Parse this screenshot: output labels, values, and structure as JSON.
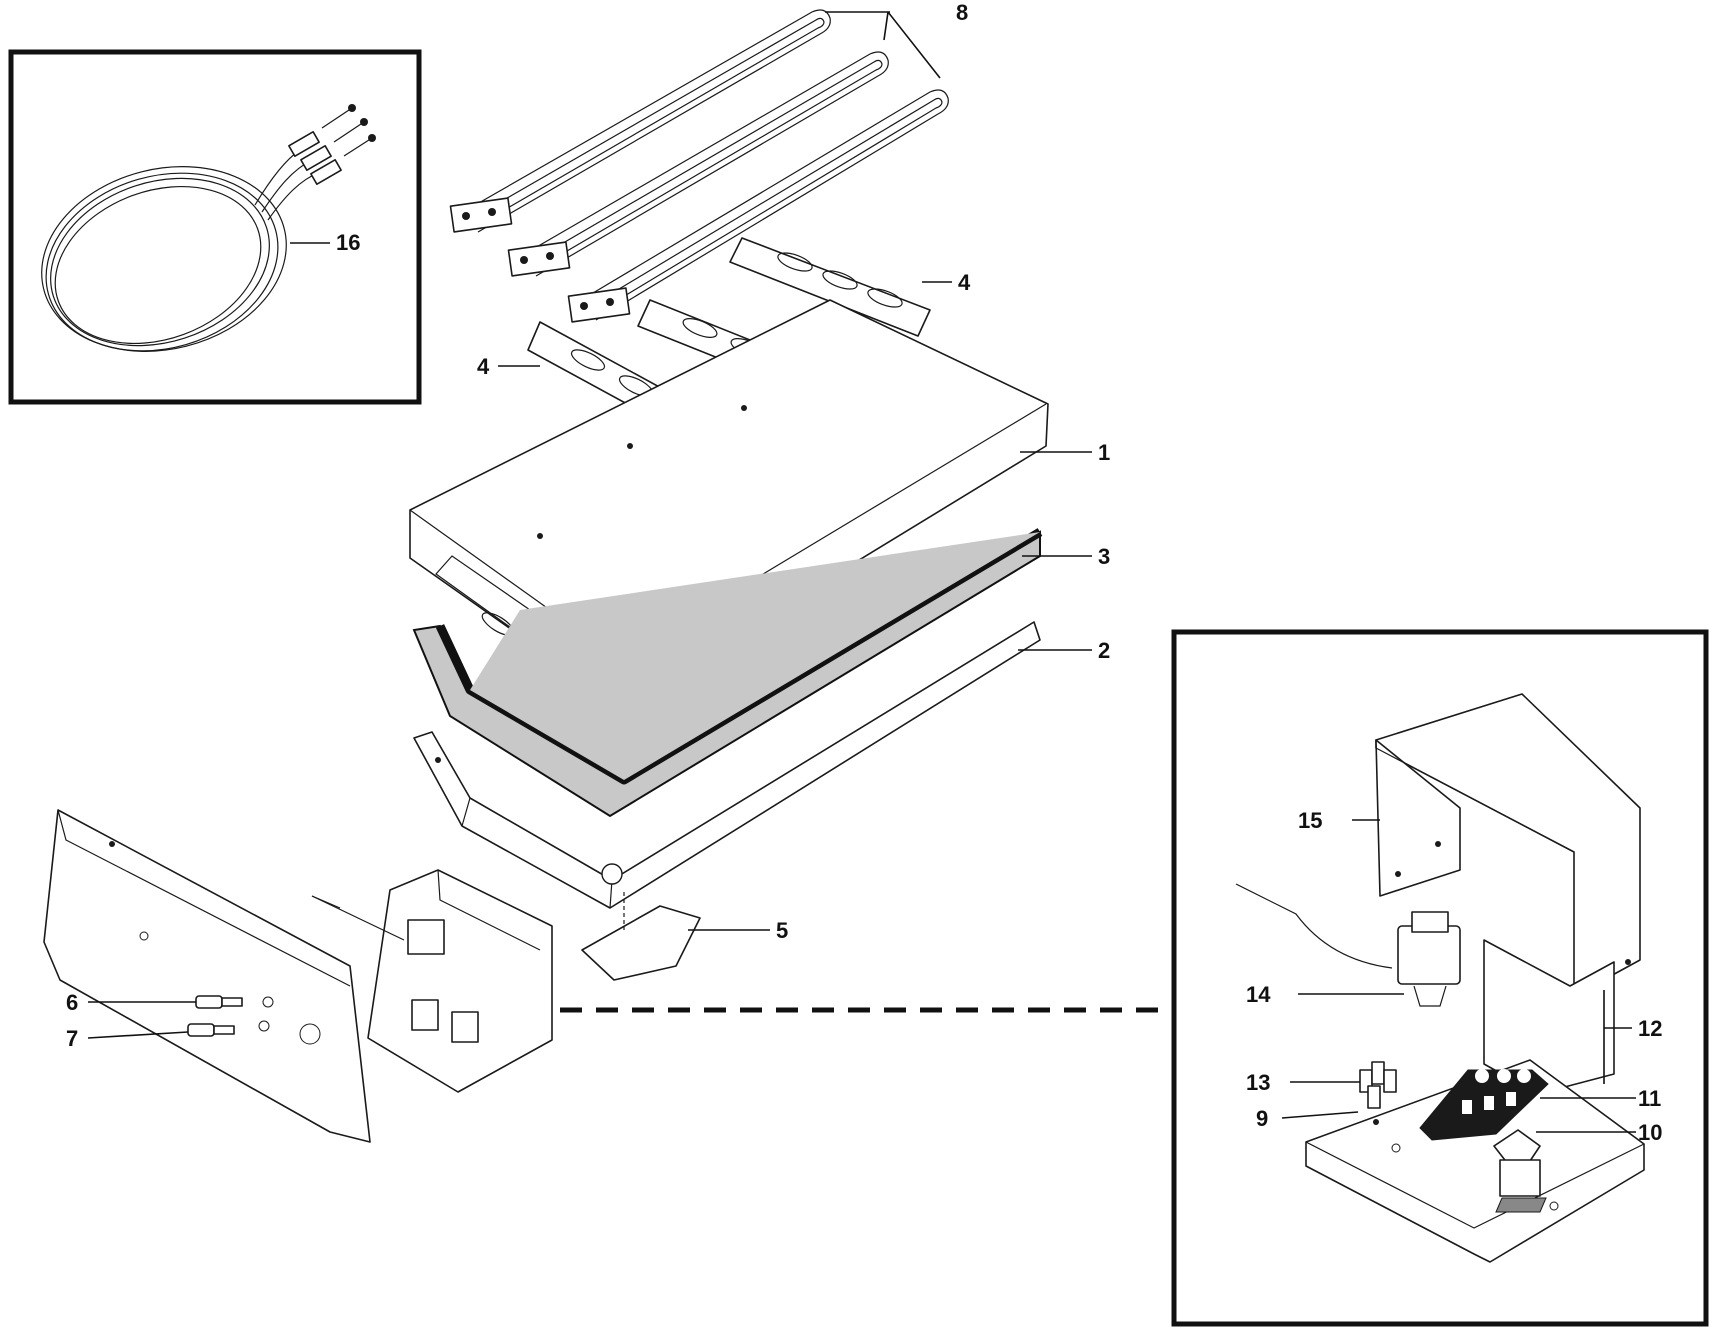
{
  "callouts": {
    "c1": "1",
    "c2": "2",
    "c3": "3",
    "c4a": "4",
    "c4b": "4",
    "c4c": "4",
    "c5": "5",
    "c6": "6",
    "c7": "7",
    "c8": "8",
    "c9": "9",
    "c10": "10",
    "c11": "11",
    "c12": "12",
    "c13": "13",
    "c14": "14",
    "c15": "15",
    "c16": "16"
  },
  "colors": {
    "line": "#1a1a1a",
    "insulation_fill": "#c8c8c8",
    "insulation_edge": "#111111",
    "frame": "#111111",
    "background": "#ffffff"
  }
}
